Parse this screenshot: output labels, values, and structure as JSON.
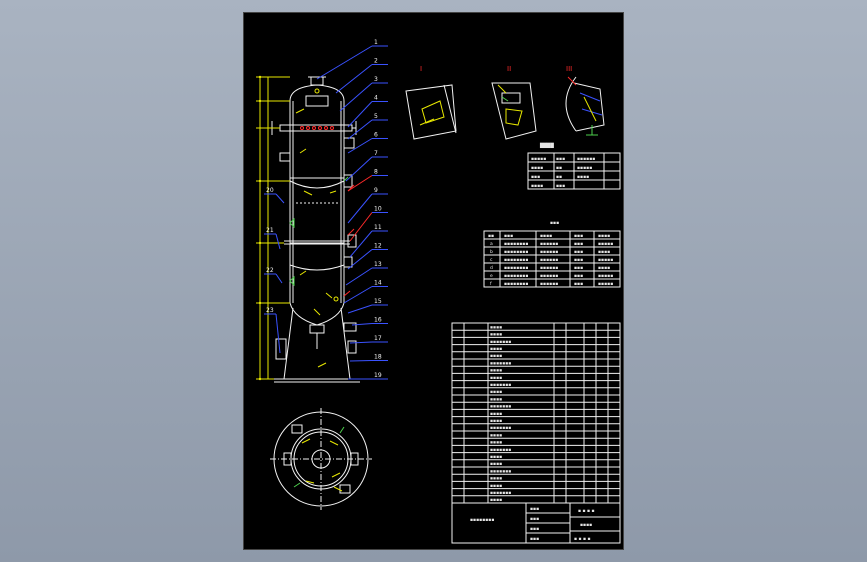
{
  "views": {
    "detail_I": "I",
    "detail_II": "II",
    "detail_III": "III"
  },
  "callouts": [
    "1",
    "2",
    "3",
    "4",
    "5",
    "6",
    "7",
    "8",
    "9",
    "10",
    "11",
    "12",
    "13",
    "14",
    "15",
    "16",
    "17",
    "18",
    "19",
    "20",
    "21",
    "22",
    "23"
  ],
  "colors": {
    "sheet": "#000000",
    "outline": "#f2f2f2",
    "dimension": "#e8e800",
    "leader": "#3a52ff",
    "accent": "#ff2a2a",
    "hatch": "#4dd04d"
  }
}
